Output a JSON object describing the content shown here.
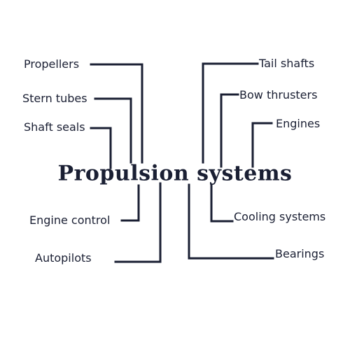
{
  "colors": {
    "text": "#1a1f33",
    "line": "#1a1f33",
    "background": "#ffffff"
  },
  "title": "Propulsion systems",
  "labels": {
    "propellers": "Propellers",
    "stern_tubes": "Stern tubes",
    "shaft_seals": "Shaft seals",
    "engine_control": "Engine control",
    "autopilots": "Autopilots",
    "tail_shafts": "Tail shafts",
    "bow_thrusters": "Bow thrusters",
    "engines": "Engines",
    "cooling_systems": "Cooling systems",
    "bearings": "Bearings"
  }
}
